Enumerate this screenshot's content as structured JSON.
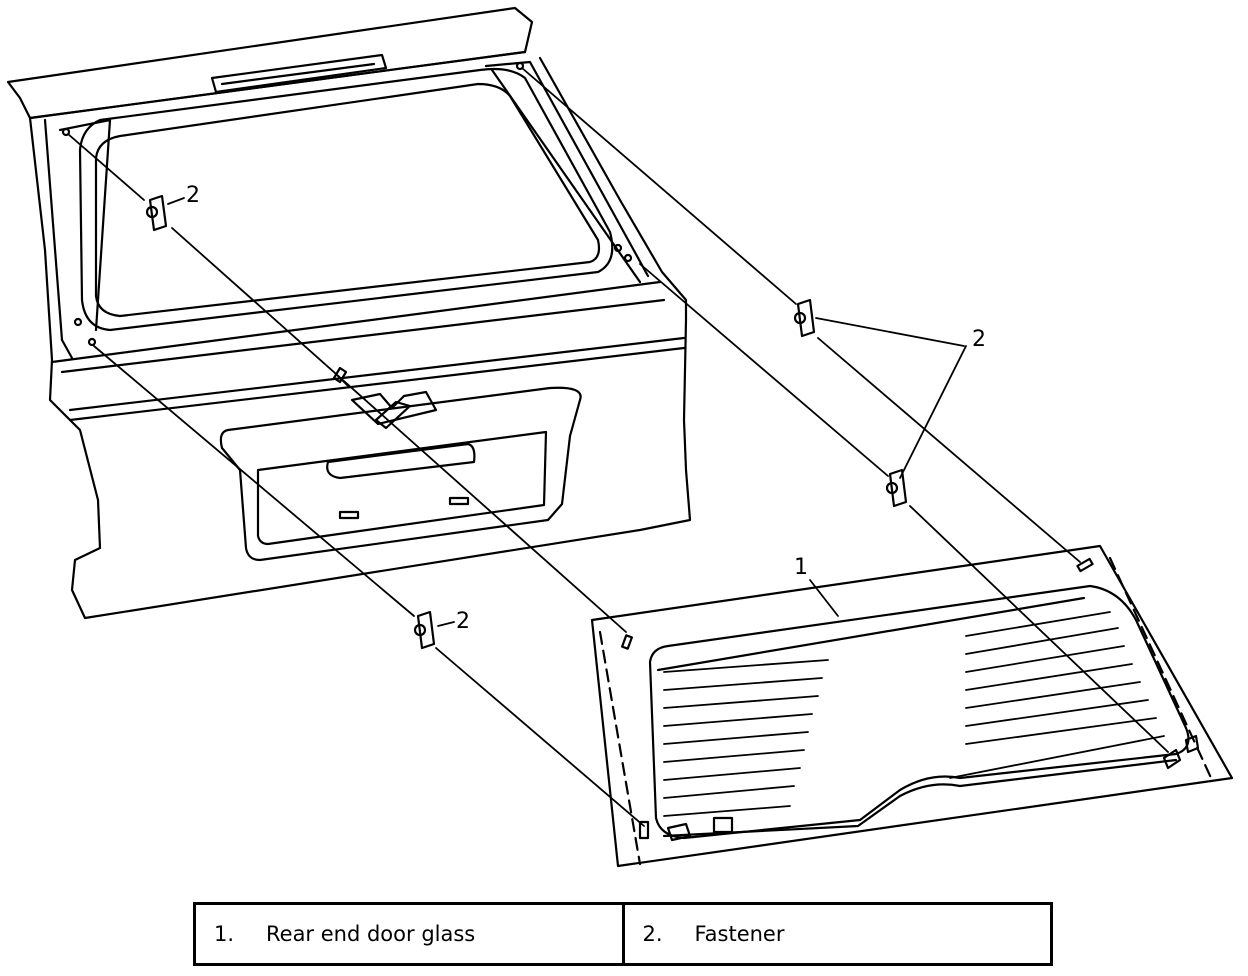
{
  "callouts": {
    "glass": "1",
    "fastener_a": "2",
    "fastener_b": "2",
    "fastener_c": "2"
  },
  "legend": [
    {
      "number": "1.",
      "label": "Rear end door glass"
    },
    {
      "number": "2.",
      "label": "Fastener"
    }
  ]
}
